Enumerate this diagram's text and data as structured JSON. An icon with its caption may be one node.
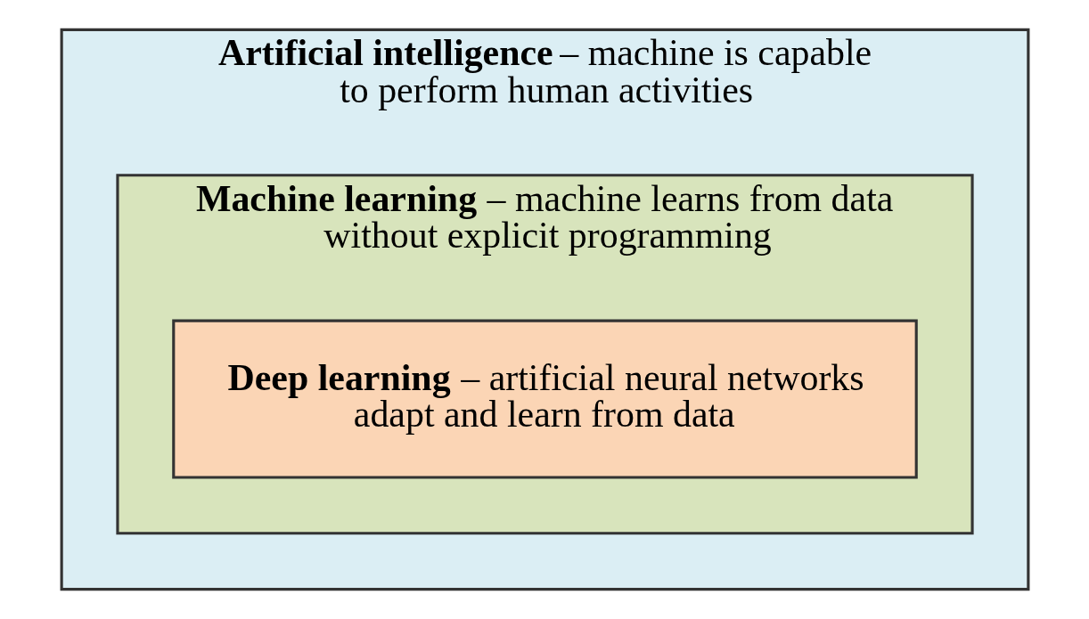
{
  "diagram": {
    "nodes": [
      {
        "text": [
          "**Artificial intelligence** – machine is capable to perform human activities"
        ]
      },
      {
        "text": [
          "**Machine learning** – machine learns from data without explicit programming"
        ],
        "in": 0
      },
      {
        "text": [
          "**Deep learning** – artificial neural networks adapt and learn from data"
        ],
        "in": 1
      }
    ]
  }
}
